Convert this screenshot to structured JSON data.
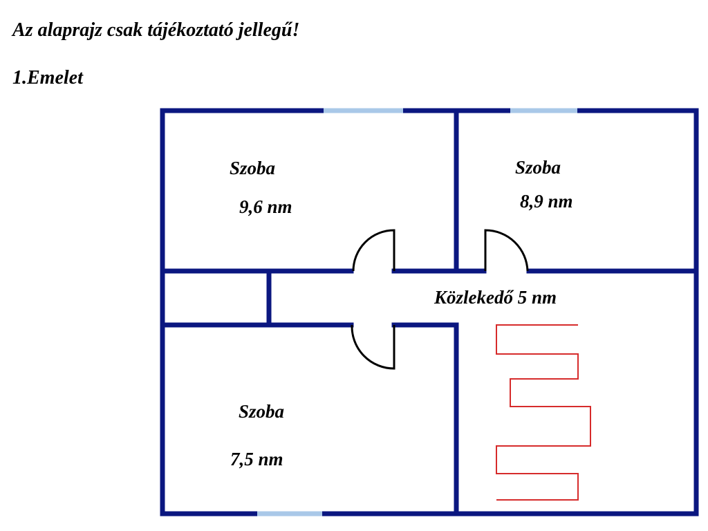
{
  "disclaimer": "Az alaprajz csak tájékoztató jellegű!",
  "floor_title": "1.Emelet",
  "rooms": {
    "top_left": {
      "name": "Szoba",
      "area": "9,6 nm"
    },
    "top_right": {
      "name": "Szoba",
      "area": "8,9 nm"
    },
    "bottom_left": {
      "name": "Szoba",
      "area": "7,5 nm"
    },
    "corridor": {
      "label": "Közlekedő 5 nm"
    }
  },
  "colors": {
    "wall": "#0b1780",
    "window": "#a9c8e8",
    "stairs": "#d62b2b",
    "text": "#000000"
  }
}
